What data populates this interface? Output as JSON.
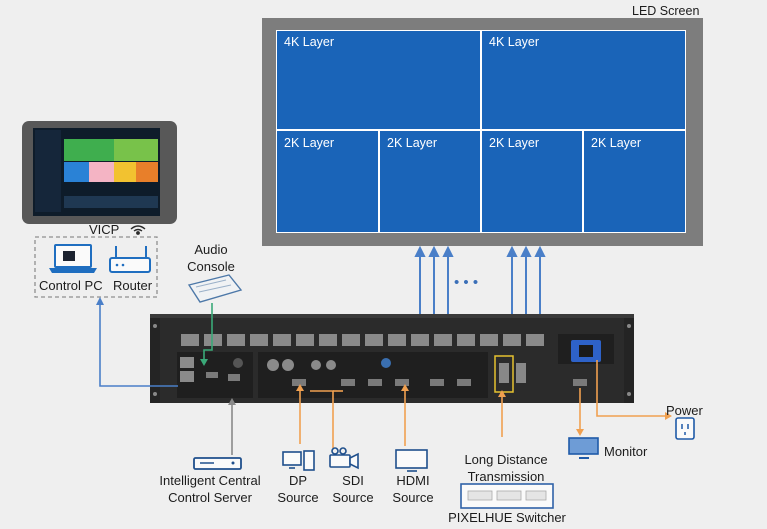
{
  "led_screen": {
    "title": "LED Screen",
    "layers": [
      "4K Layer",
      "4K Layer",
      "2K Layer",
      "2K Layer",
      "2K Layer",
      "2K Layer"
    ]
  },
  "labels": {
    "vicp": "VICP",
    "control_pc": "Control PC",
    "router": "Router",
    "audio_console_line1": "Audio",
    "audio_console_line2": "Console",
    "icc_server_line1": "Intelligent Central",
    "icc_server_line2": "Control Server",
    "dp_line1": "DP",
    "dp_line2": "Source",
    "sdi_line1": "SDI",
    "sdi_line2": "Source",
    "hdmi_line1": "HDMI",
    "hdmi_line2": "Source",
    "ldt_line1": "Long Distance",
    "ldt_line2": "Transmission",
    "pixelhue_switcher": "PIXELHUE Switcher",
    "power": "Power",
    "monitor": "Monitor",
    "ellipsis": "• • •"
  },
  "colors": {
    "led_frame": "#7a7a7a",
    "layer_blue": "#1a64b8",
    "blue_line": "#4a7fc8",
    "green_line": "#3aa978",
    "gray_line": "#8a8a8a",
    "orange_line": "#f0a050",
    "device_body": "#2b2b2b"
  },
  "icons": [
    "tablet-icon",
    "laptop-icon",
    "router-icon",
    "wifi-icon",
    "mixer-icon",
    "server-icon",
    "desktop-pc-icon",
    "camera-icon",
    "hdmi-monitor-icon",
    "outlet-icon",
    "monitor-icon",
    "switcher-icon"
  ]
}
